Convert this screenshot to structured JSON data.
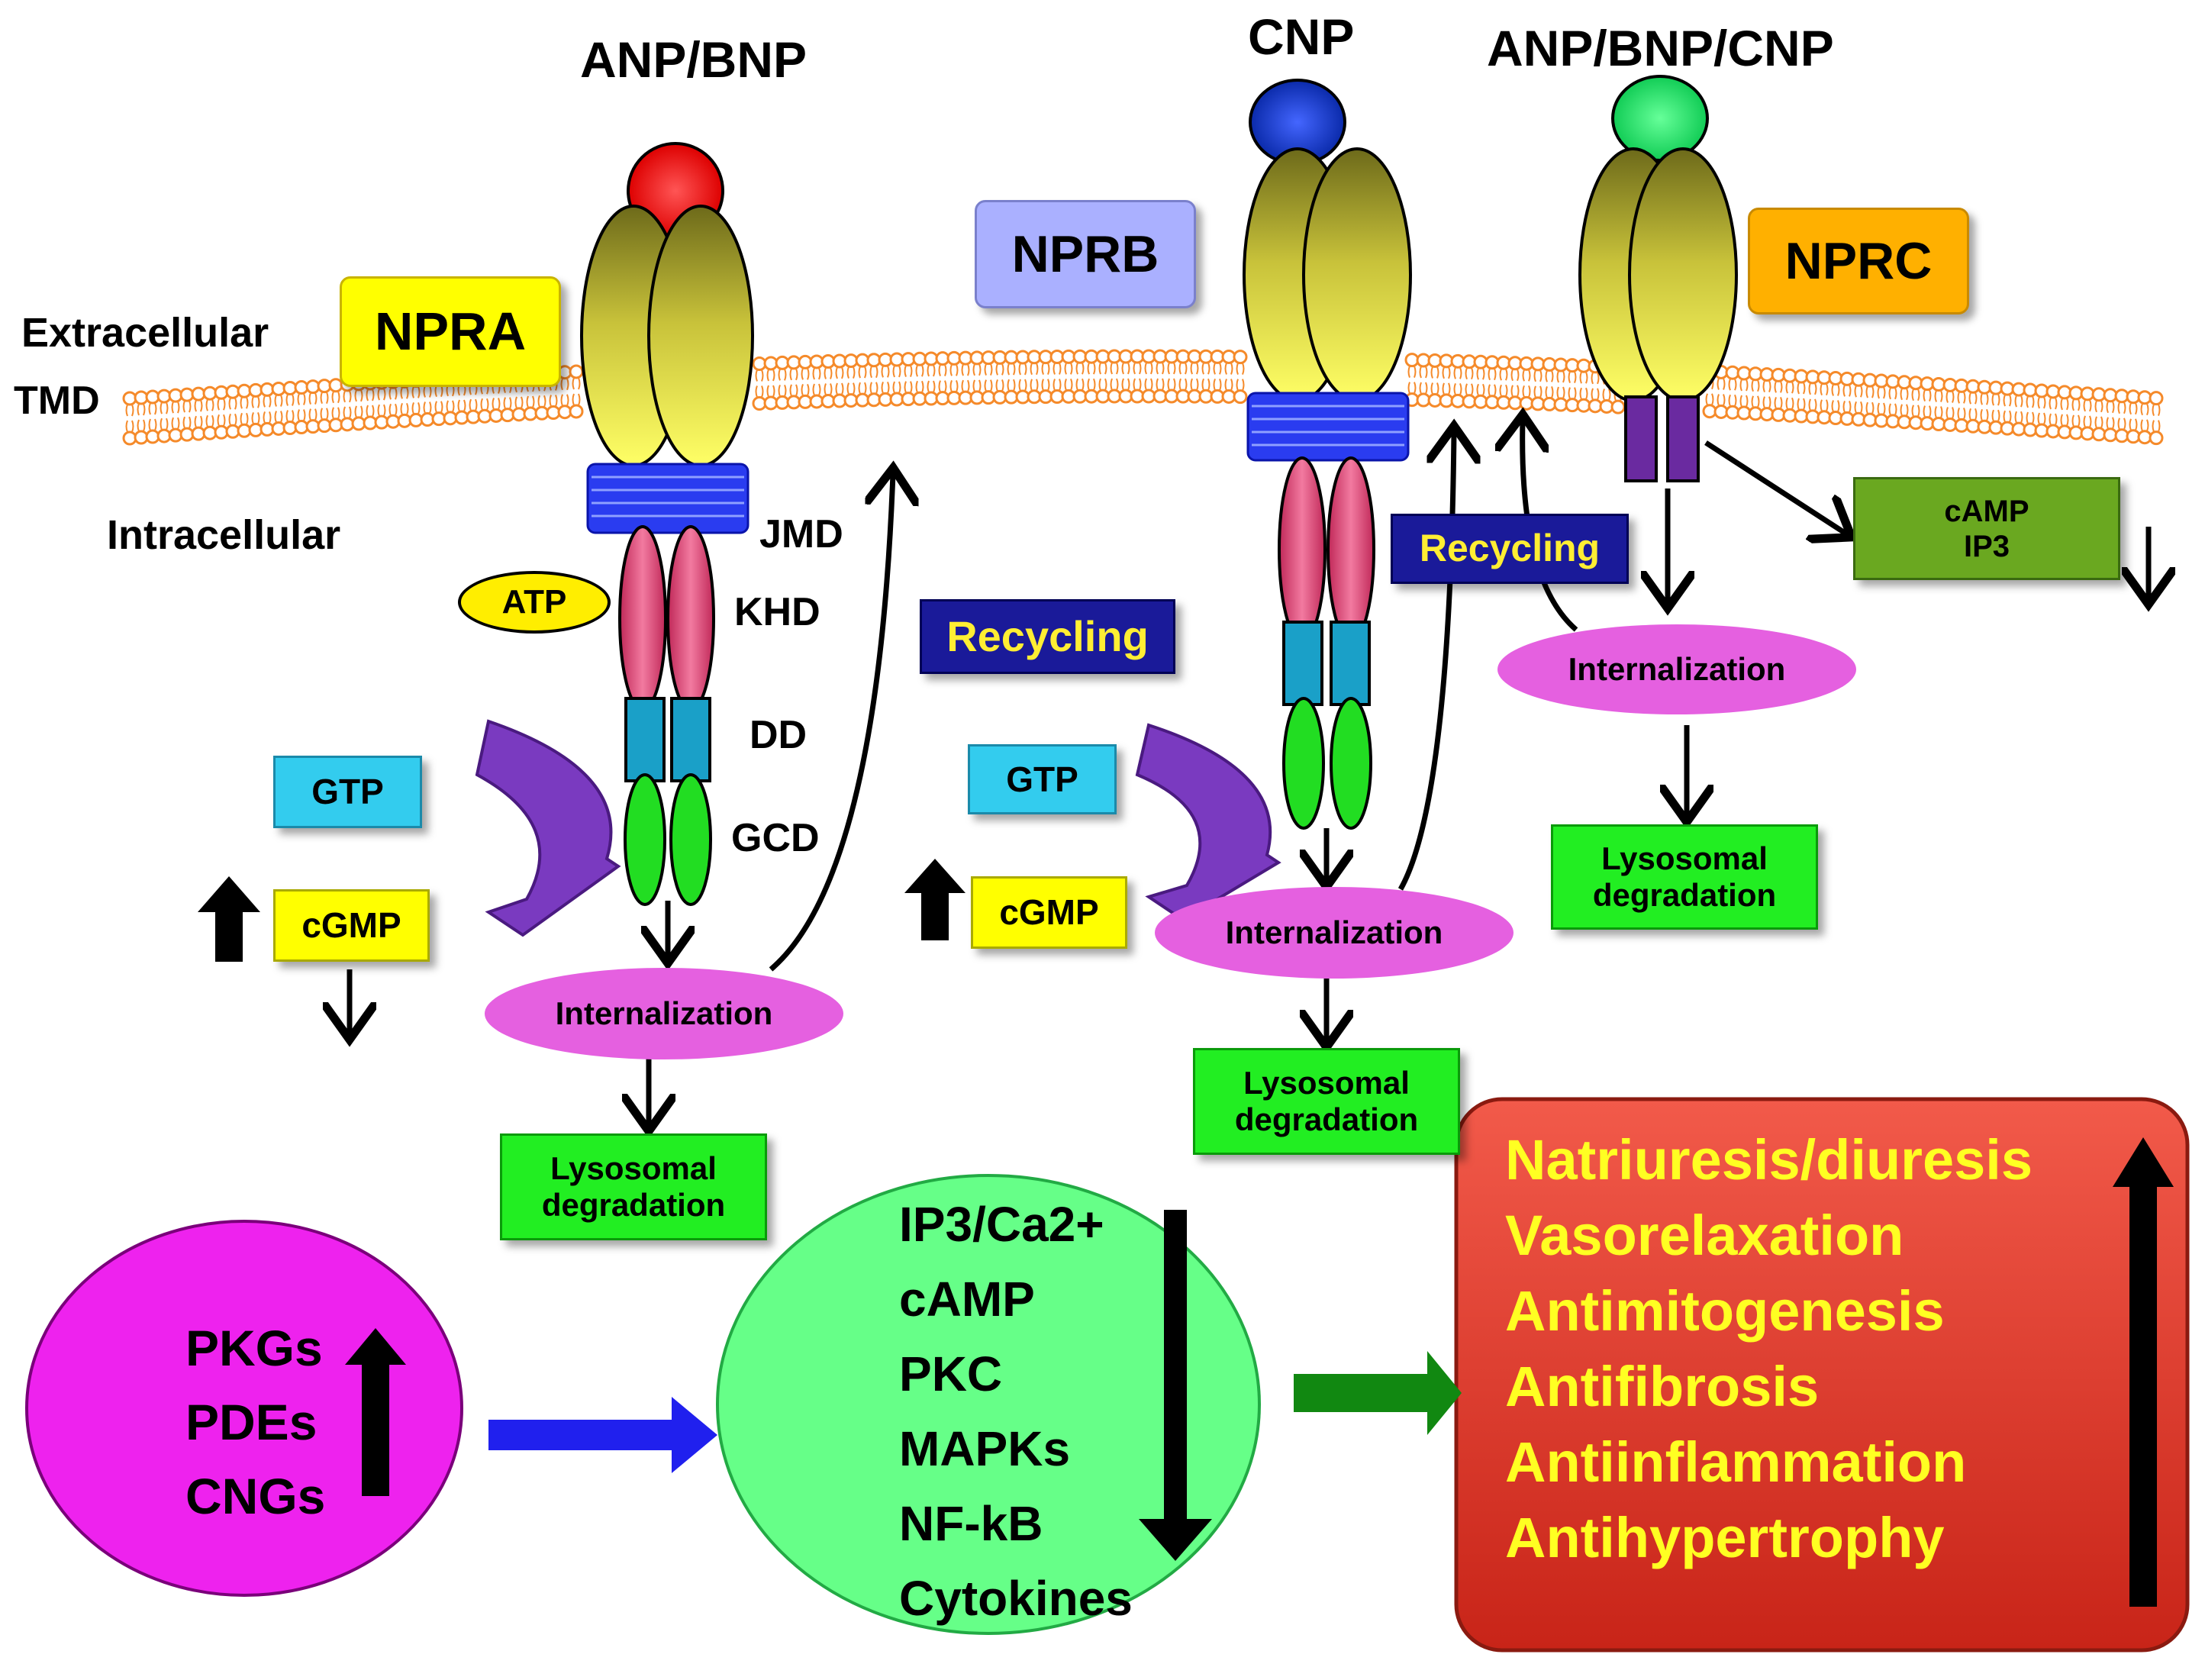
{
  "colors": {
    "membrane": "#f58a2a",
    "receptor_body": "#c8c23a",
    "jmd": "#2a3cf0",
    "khd": "#e8467a",
    "dd": "#1aa0c8",
    "gcd": "#22dd22",
    "ligand_npra": "#ee1111",
    "ligand_nprb": "#1133cc",
    "ligand_nprc": "#22dd66",
    "internalization": "#e560e0",
    "lysosomal": "#22ee22",
    "recycling": "#1a1a99",
    "recycling_text": "#ffee33",
    "gtp": "#33ccee",
    "cgmp": "#ffff00",
    "camp_box": "#6aa820",
    "pkg_circle": "#ee22ee",
    "signal_circle": "#66ff88",
    "effects_box": "#e8352a",
    "effects_text": "#ffff22",
    "blue_arrow": "#2020ee",
    "green_arrow": "#118811",
    "npra_box": "#ffff00",
    "nprb_box": "#aab0ff",
    "nprc_box": "#ffb000"
  },
  "ligands": {
    "npra": "ANP/BNP",
    "nprb": "CNP",
    "nprc": "ANP/BNP/CNP"
  },
  "receptors": {
    "npra": "NPRA",
    "nprb": "NPRB",
    "nprc": "NPRC"
  },
  "regions": {
    "extracellular": "Extracellular",
    "tmd": "TMD",
    "intracellular": "Intracellular"
  },
  "domains": {
    "jmd": "JMD",
    "khd": "KHD",
    "dd": "DD",
    "gcd": "GCD"
  },
  "molecules": {
    "atp": "ATP",
    "gtp": "GTP",
    "cgmp": "cGMP",
    "camp_ip3": [
      "cAMP",
      "IP3"
    ]
  },
  "processes": {
    "internalization": "Internalization",
    "recycling": "Recycling",
    "lysosomal": [
      "Lysosomal",
      "degradation"
    ]
  },
  "pkg_circle": [
    "PKGs",
    "PDEs",
    "CNGs"
  ],
  "signal_circle": [
    "IP3/Ca2+",
    "cAMP",
    "PKC",
    "MAPKs",
    "NF-kB",
    "Cytokines"
  ],
  "effects": [
    "Natriuresis/diuresis",
    "Vasorelaxation",
    "Antimitogenesis",
    "Antifibrosis",
    "Antiinflammation",
    "Antihypertrophy"
  ]
}
